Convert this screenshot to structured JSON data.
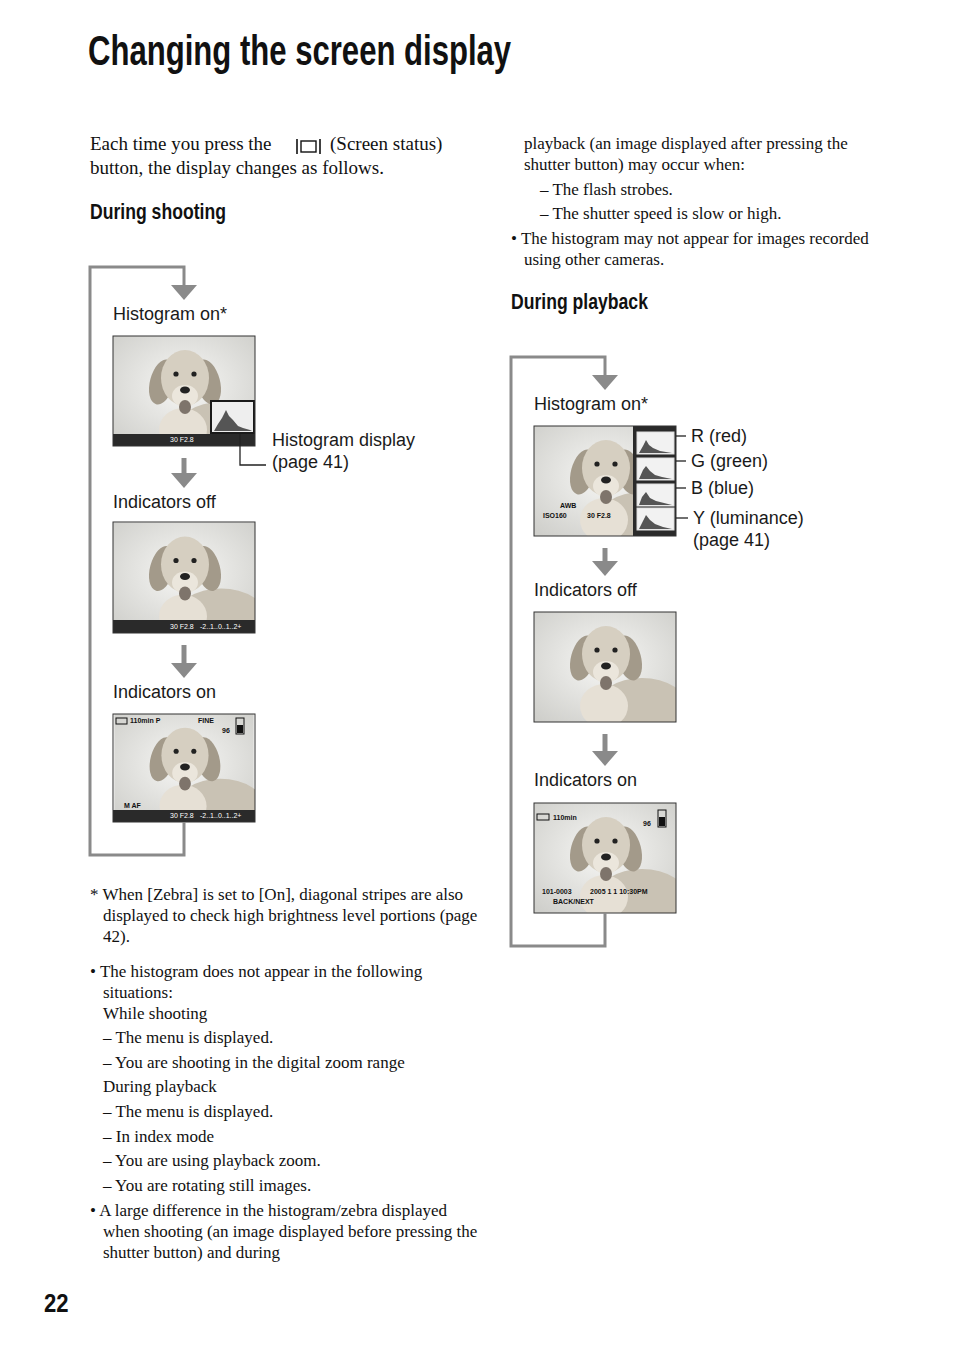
{
  "diagram": {
    "title": "Changing the screen display",
    "nodes": [
      {
        "text": [
          "Histogram on*"
        ]
      },
      {
        "text": [
          "Indicators off"
        ]
      },
      {
        "text": [
          "Indicators on"
        ]
      },
      {
        "text": [
          "Histogram on*"
        ]
      },
      {
        "text": [
          "Indicators off"
        ]
      },
      {
        "text": [
          "Indicators on"
        ]
      }
    ],
    "edges": [
      {
        "from": 0,
        "to": 1,
        "arrow": "to"
      },
      {
        "from": 1,
        "to": 2,
        "arrow": "to"
      },
      {
        "from": 2,
        "to": 0,
        "arrow": "to"
      },
      {
        "from": 3,
        "to": 4,
        "arrow": "to"
      },
      {
        "from": 4,
        "to": 5,
        "arrow": "to"
      },
      {
        "from": 5,
        "to": 3,
        "arrow": "to"
      }
    ],
    "labels": [
      "Each time you press the",
      "(Screen status) button, the display changes as follows.",
      "During shooting",
      "30 F2.8",
      "Histogram display (page 41)",
      "30 F2.8",
      "-2..1..0..1..2+",
      "110min P",
      "FINE",
      "96",
      "M AF",
      "30 F2.8",
      "-2..1..0..1..2+",
      "* When [Zebra] is set to [On], diagonal stripes are also displayed to check high brightness level portions (page 42).",
      "• The histogram does not appear in the following situations:",
      "While shooting",
      "– The menu is displayed.",
      "– You are shooting in the digital zoom range",
      "During playback",
      "– The menu is displayed.",
      "– In index mode",
      "– You are using playback zoom.",
      "– You are rotating still images.",
      "• A large difference in the histogram/zebra displayed when shooting (an image displayed before pressing the shutter button) and during",
      "playback (an image displayed after pressing the shutter button) may occur when:",
      "– The flash strobes.",
      "– The shutter speed is slow or high.",
      "• The histogram may not appear for images recorded using other cameras.",
      "During playback",
      "R (red)",
      "G (green)",
      "B (blue)",
      "Y (luminance) (page 41)",
      "AWB",
      "ISO160",
      "30 F2.8",
      "110min",
      "96",
      "101-0003",
      "2005 1 1 10:30PM",
      "BACK/NEXT",
      "22"
    ]
  }
}
